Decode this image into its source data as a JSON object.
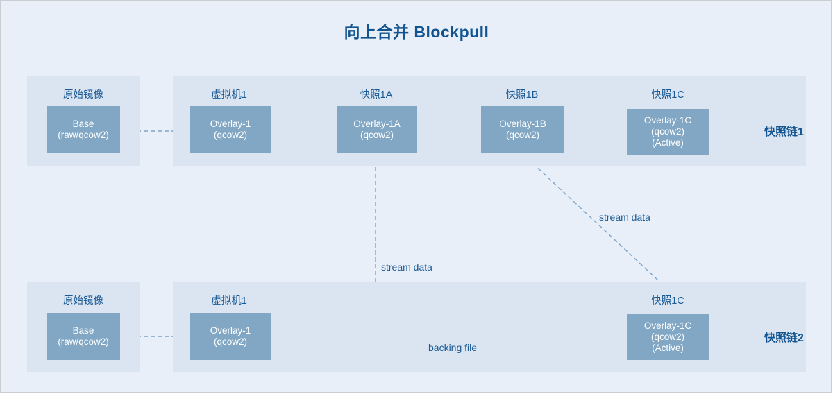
{
  "title": "向上合并 Blockpull",
  "colors": {
    "background": "#e9eff8",
    "panel": "#dbe5f1",
    "node": "#81a7c4",
    "node_text": "#ffffff",
    "heading": "#12548f",
    "label": "#1a5a95",
    "edge": "#7ba3c8"
  },
  "rows": [
    {
      "chain_label": "快照链1",
      "groups": [
        {
          "label": "原始镜像",
          "node": "Base\n(raw/qcow2)"
        },
        {
          "label": "虚拟机1",
          "node": "Overlay-1\n(qcow2)"
        },
        {
          "label": "快照1A",
          "node": "Overlay-1A\n(qcow2)"
        },
        {
          "label": "快照1B",
          "node": "Overlay-1B\n(qcow2)"
        },
        {
          "label": "快照1C",
          "node": "Overlay-1C\n(qcow2)\n(Active)"
        }
      ]
    },
    {
      "chain_label": "快照链2",
      "groups": [
        {
          "label": "原始镜像",
          "node": "Base\n(raw/qcow2)"
        },
        {
          "label": "虚拟机1",
          "node": "Overlay-1\n(qcow2)"
        },
        {
          "label": "快照1C",
          "node": "Overlay-1C\n(qcow2)\n(Active)"
        }
      ]
    }
  ],
  "edge_labels": {
    "stream_data_diagonal": "stream data",
    "stream_data_vertical": "stream data",
    "backing_file": "backing file"
  }
}
